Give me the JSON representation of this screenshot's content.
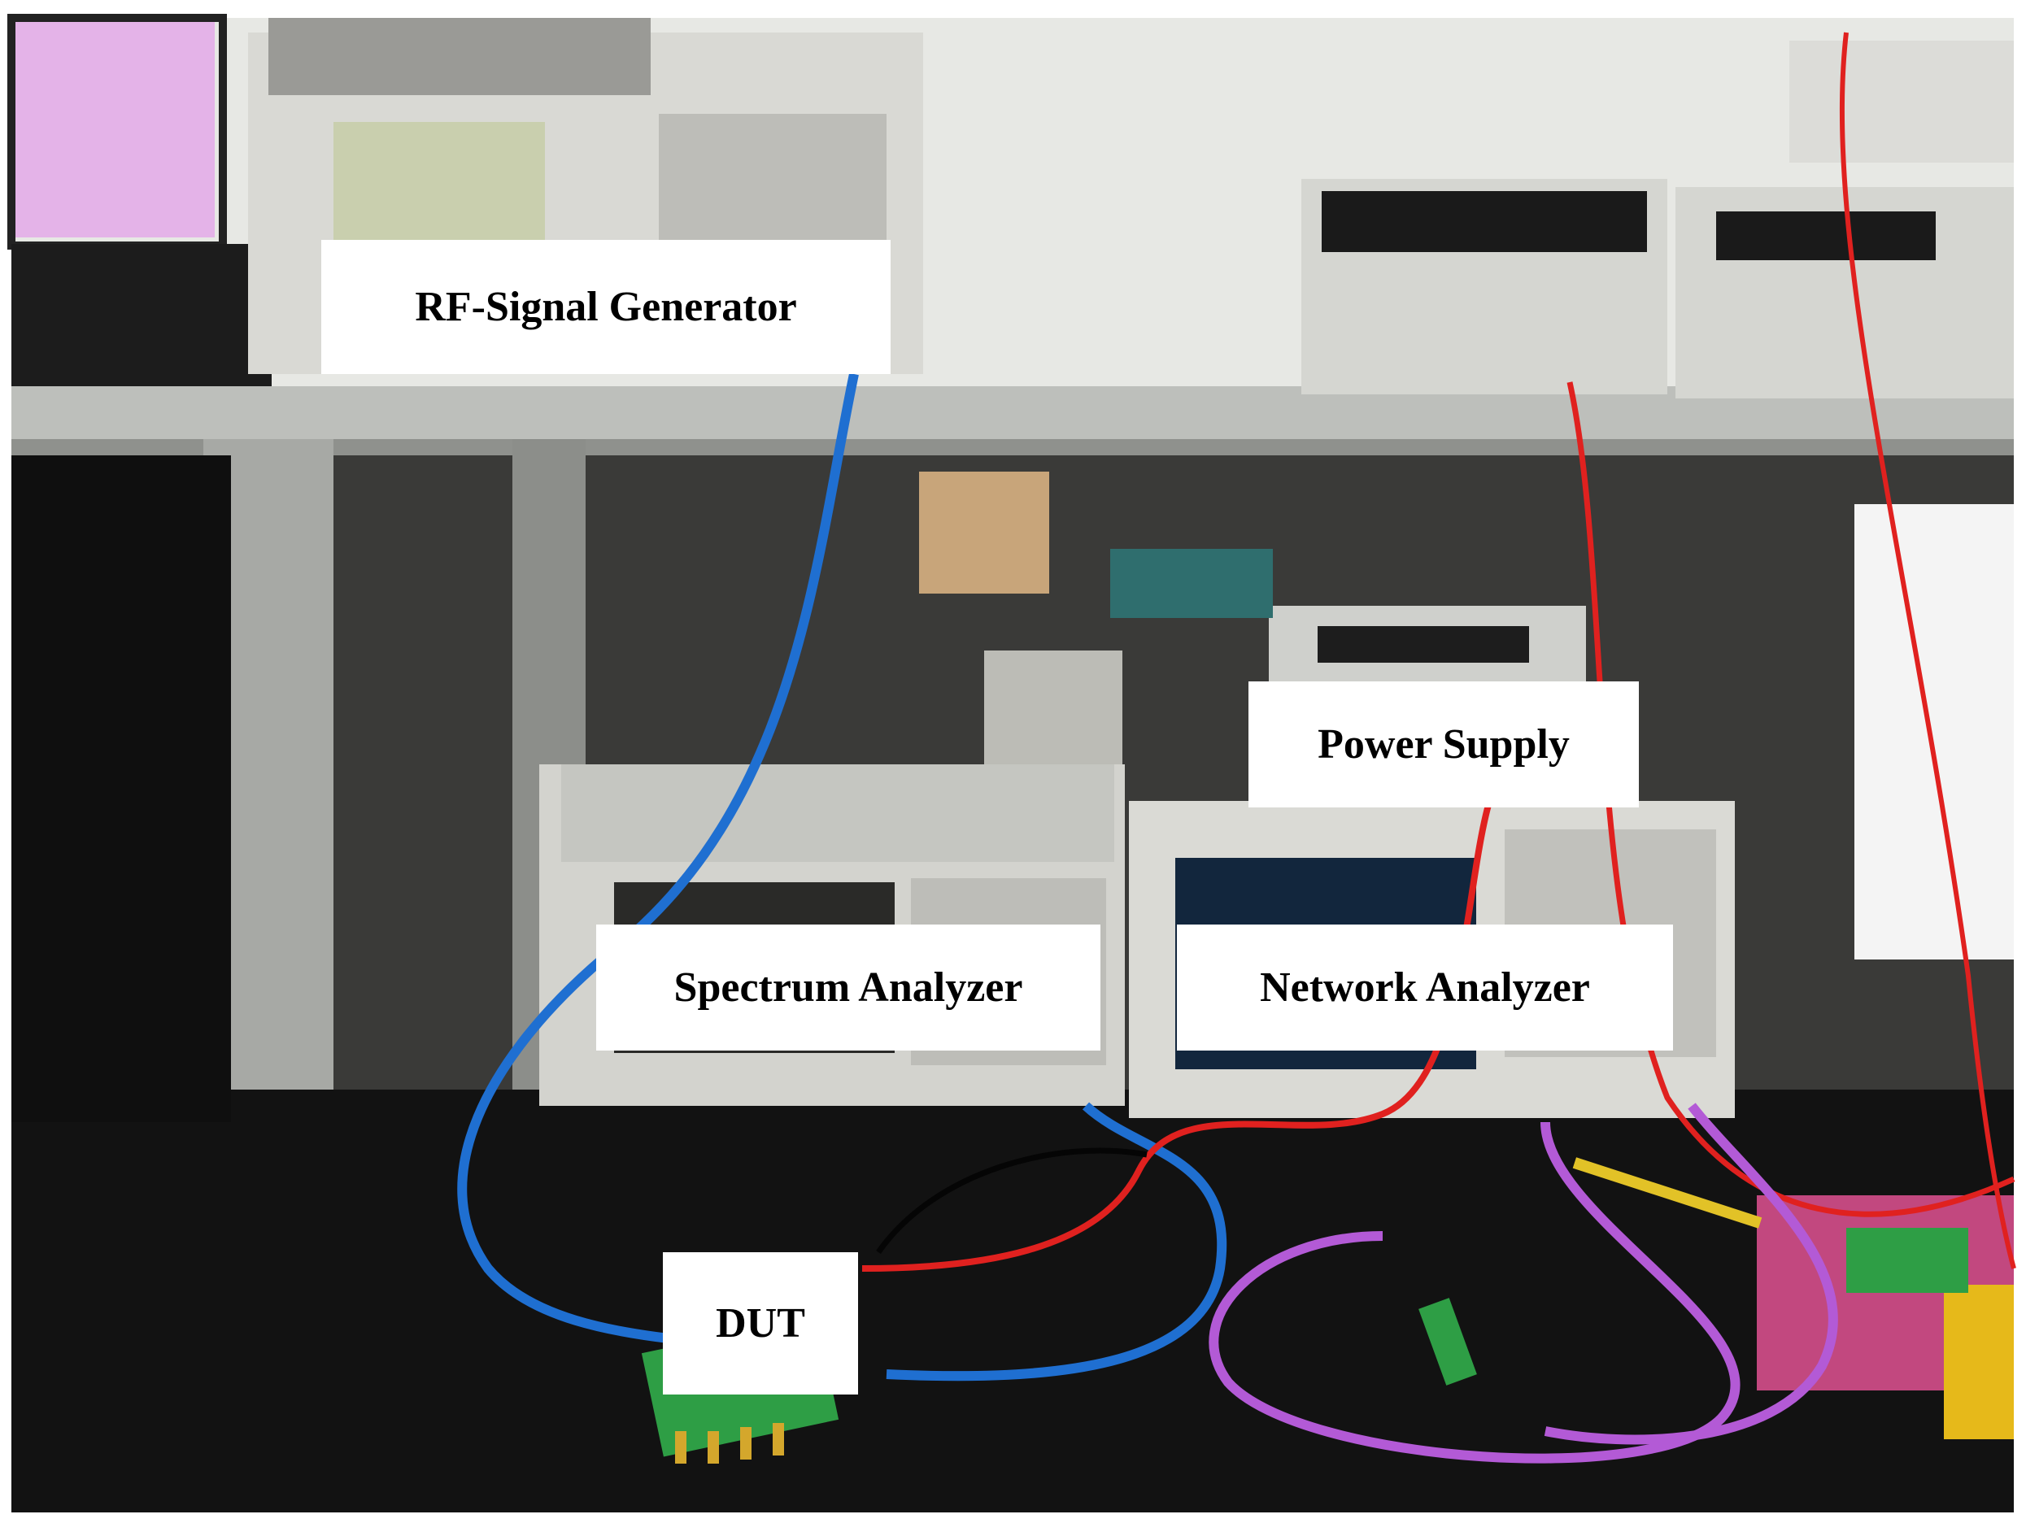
{
  "figure": {
    "labels": {
      "rf_signal_generator": "RF-Signal Generator",
      "power_supply": "Power Supply",
      "spectrum_analyzer": "Spectrum Analyzer",
      "network_analyzer": "Network Analyzer",
      "dut": "DUT"
    },
    "colors": {
      "label_background": "#ffffff",
      "label_text": "#000000",
      "bench_surface": "#121212",
      "cable_blue": "#1f6fd1",
      "cable_red": "#e0211f",
      "cable_purple": "#b35ad6",
      "instrument_body": "#d9d9d4"
    }
  }
}
